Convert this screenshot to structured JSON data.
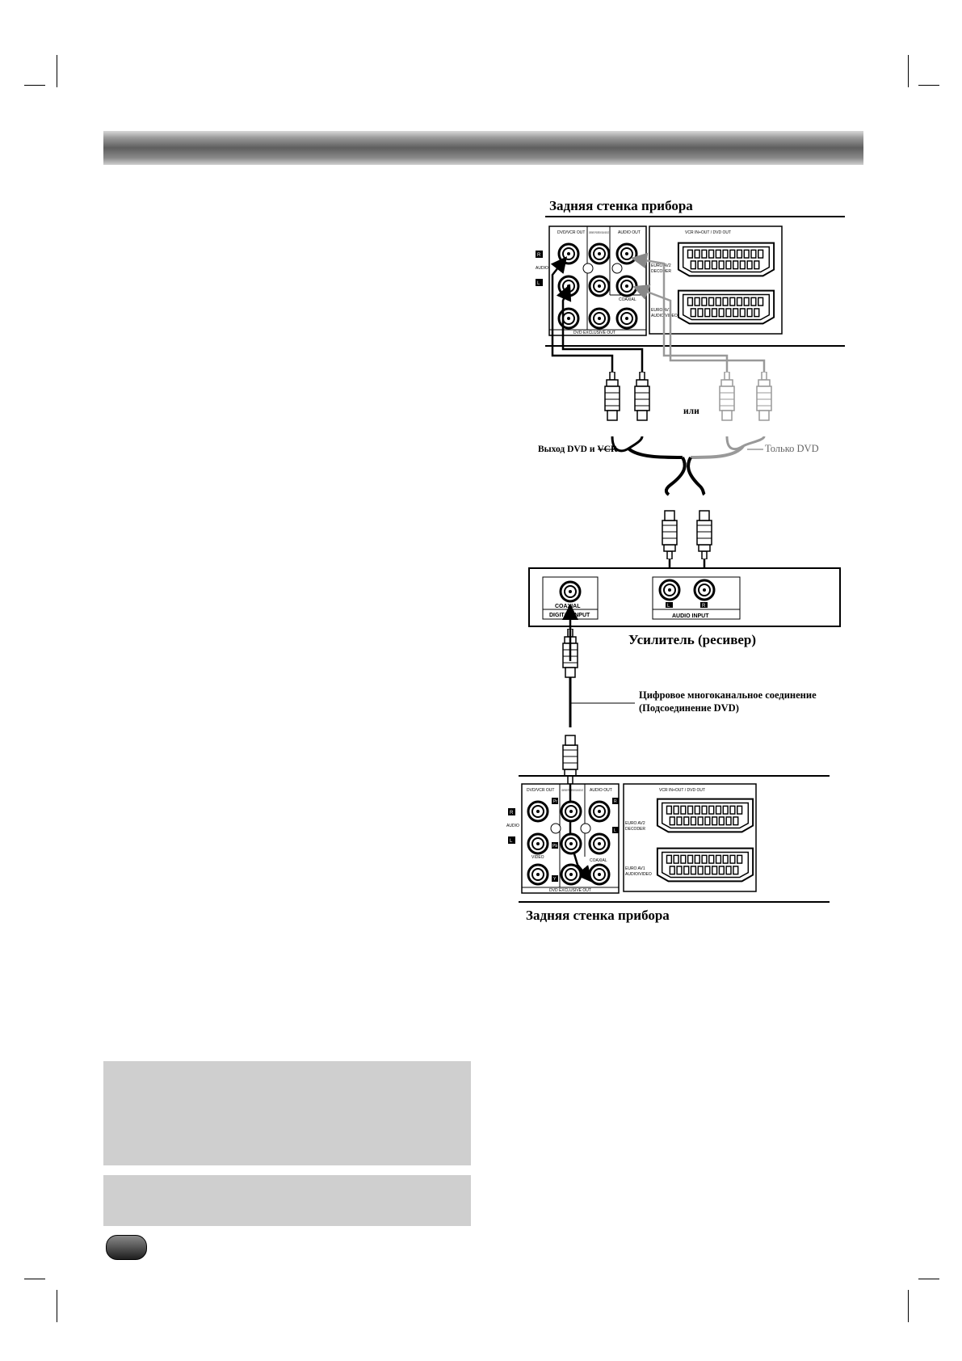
{
  "diagram": {
    "top_panel_title": "Задняя стенка прибора",
    "bottom_panel_title": "Задняя стенка прибора",
    "or_label": "или",
    "cable_left_label": "Выход DVD и VCR",
    "cable_right_label": "Только DVD",
    "amplifier_label": "Усилитель (ресивер)",
    "digital_label_line1": "Цифровое многоканальное соединение",
    "digital_label_line2": "(Подсоединение DVD)",
    "amp_coaxial": "COAXIAL",
    "amp_digital_input": "DIGITAL INPUT",
    "amp_audio_input": "AUDIO INPUT",
    "amp_l": "L",
    "amp_r": "R",
    "panel": {
      "dvd_vcr_out": "DVD/VCR OUT",
      "component": "COMPONENT / PROGRESSIVE SCAN VIDEO OUT",
      "audio_out": "AUDIO OUT",
      "coaxial": "COAXIAL",
      "video": "VIDEO",
      "audio": "AUDIO",
      "dvd_exclusive_out": "DVD EXCLUSIVE OUT",
      "vcr_in_out": "VCR IN+OUT / DVD OUT",
      "euro_av2": "EURO AV2",
      "decoder": "DECODER",
      "euro_av1": "EURO AV1",
      "audio_video": "AUDIO/VIDEO",
      "r": "R",
      "l": "L",
      "pr": "Pr",
      "pb": "Pb",
      "y": "Y"
    }
  }
}
